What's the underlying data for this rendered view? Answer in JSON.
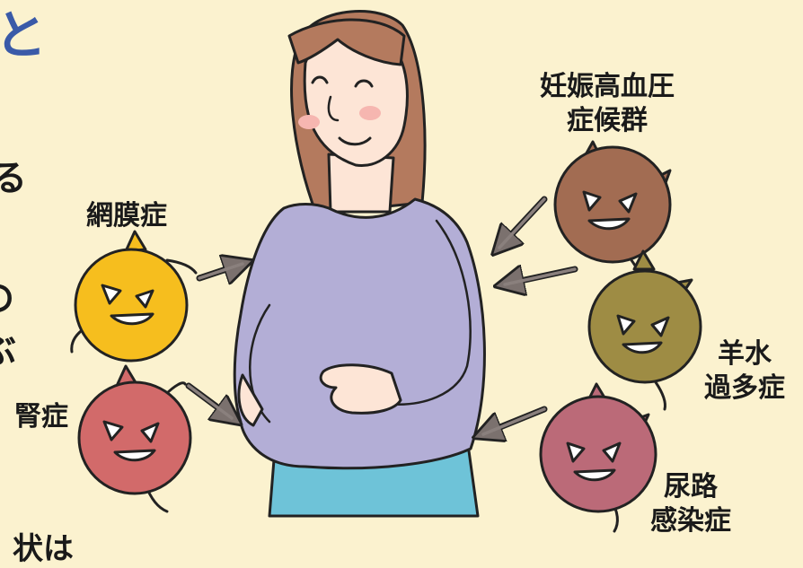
{
  "edge_text": {
    "top_left": "と",
    "mid_left": "る",
    "left_a": "の",
    "left_b": "ぶ",
    "bottom_left": "状は"
  },
  "labels": {
    "retinopathy": "網膜症",
    "nephropathy": "腎症",
    "preeclampsia_1": "妊娠高血圧",
    "preeclampsia_2": "症候群",
    "polyhydramnios_1": "羊水",
    "polyhydramnios_2": "過多症",
    "uti_1": "尿路",
    "uti_2": "感染症"
  },
  "colors": {
    "background": "#fbf2cf",
    "accent_blue": "#3a5aa8",
    "sweater": "#b3aed6",
    "skirt": "#6ec3d8",
    "hair": "#b47a5e",
    "skin": "#fde5d6",
    "germ_yellow": "#f6be1e",
    "germ_red": "#d26a6a",
    "germ_brown": "#a26c52",
    "germ_olive": "#9e8c44",
    "germ_rose": "#bb6a78"
  },
  "icons": {
    "woman": "pregnant-woman-illustration",
    "germ": "germ-character-icon",
    "arrow": "arrow-icon"
  }
}
